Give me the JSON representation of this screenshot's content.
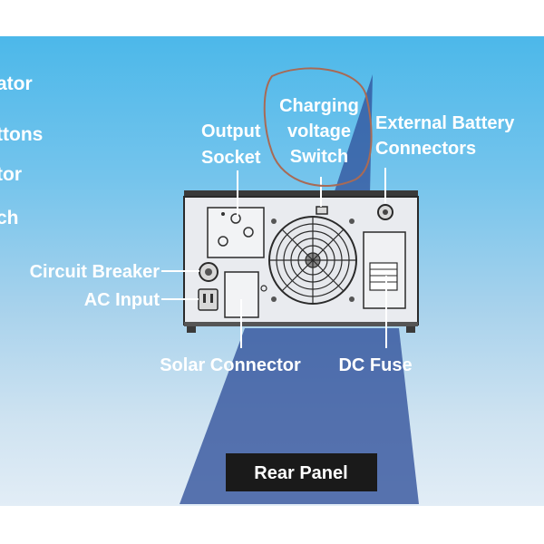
{
  "cropped_labels": [
    "ator",
    "ttons",
    "tor",
    "ch"
  ],
  "labels": {
    "circuit_breaker": "Circuit Breaker",
    "ac_input": "AC Input",
    "output_socket_1": "Output",
    "output_socket_2": "Socket",
    "charging_1": "Charging",
    "charging_2": "voltage",
    "charging_3": "Switch",
    "battery_1": "External Battery",
    "battery_2": "Connectors",
    "solar": "Solar Connector",
    "dc_fuse": "DC Fuse",
    "rear_panel": "Rear Panel"
  },
  "colors": {
    "background_top": "#4cb8ea",
    "background_bottom": "#e2edf6",
    "beam": "#2f4f9a",
    "panel": "#e9ebef",
    "outline": "#2a2a2a",
    "highlight_ring": "#a86a55",
    "badge": "#1a1a1a"
  }
}
